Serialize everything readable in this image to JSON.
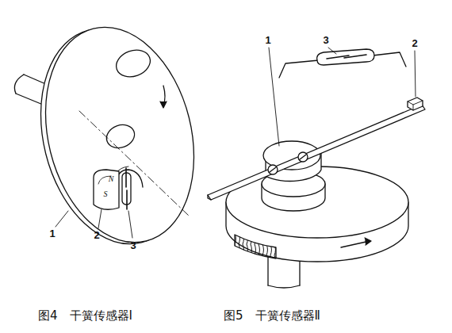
{
  "diagram": {
    "labels": [
      "1",
      "2",
      "S",
      "N",
      "3",
      "1",
      "3",
      "2",
      "图4　干簧传感器Ⅰ",
      "图5　干簧传感器Ⅱ"
    ]
  }
}
